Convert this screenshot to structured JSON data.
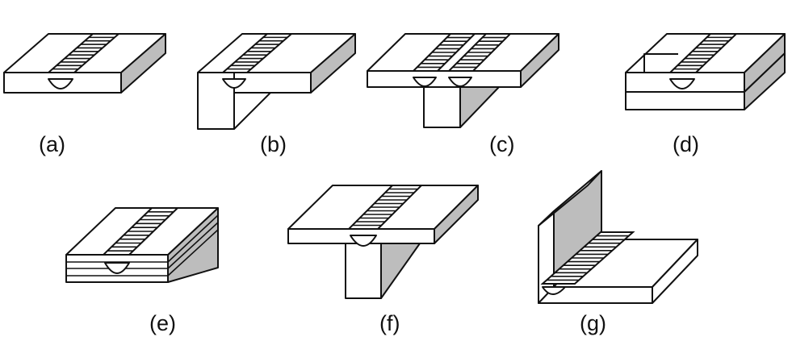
{
  "figure": {
    "panels": [
      {
        "key": "a",
        "label": "(a)",
        "colors": {
          "fill": "#ffffff",
          "shade": "#bdbdbd",
          "stroke": "#111111"
        }
      },
      {
        "key": "b",
        "label": "(b)"
      },
      {
        "key": "c",
        "label": "(c)"
      },
      {
        "key": "d",
        "label": "(d)"
      },
      {
        "key": "e",
        "label": "(e)"
      },
      {
        "key": "f",
        "label": "(f)"
      },
      {
        "key": "g",
        "label": "(g)"
      }
    ]
  }
}
